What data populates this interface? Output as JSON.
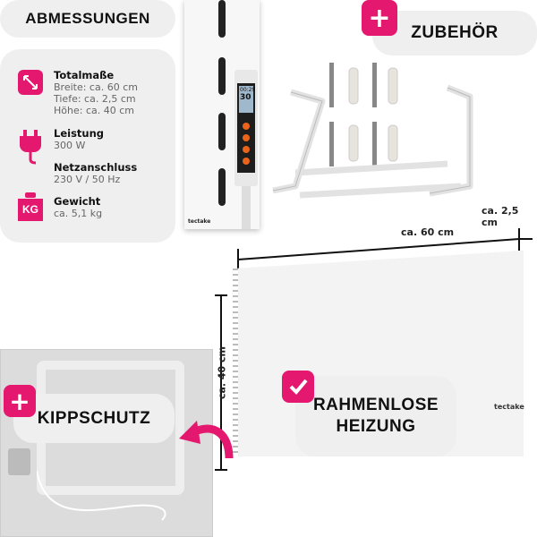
{
  "dimensions_title": "ABMESSUNGEN",
  "specs": [
    {
      "icon": "arrows-diagonal-icon",
      "label": "Totalmaße",
      "lines": [
        "Breite: ca. 60 cm",
        "Tiefe: ca. 2,5 cm",
        "Höhe: ca. 40 cm"
      ]
    },
    {
      "icon": "plug-icon",
      "label": "Leistung",
      "lines": [
        "300 W"
      ]
    },
    {
      "icon": "",
      "label": "Netzanschluss",
      "lines": [
        "230 V / 50 Hz"
      ]
    },
    {
      "icon": "weight-kg-icon",
      "label": "Gewicht",
      "lines": [
        "ca. 5,1 kg"
      ]
    }
  ],
  "kg_badge": "KG",
  "accessories_title": "ZUBEHÖR",
  "thermostat": {
    "display_top": "00:29",
    "display_temp": "30",
    "brand": "tectake"
  },
  "measurements": {
    "width": "ca. 60 cm",
    "depth": "ca. 2,5 cm",
    "height": "ca. 40 cm"
  },
  "tilt_protection": "KIPPSCHUTZ",
  "frameless": [
    "RAHMENLOSE",
    "HEIZUNG"
  ],
  "brand": "tectake",
  "colors": {
    "accent": "#e5186f",
    "panel": "#efefef"
  }
}
